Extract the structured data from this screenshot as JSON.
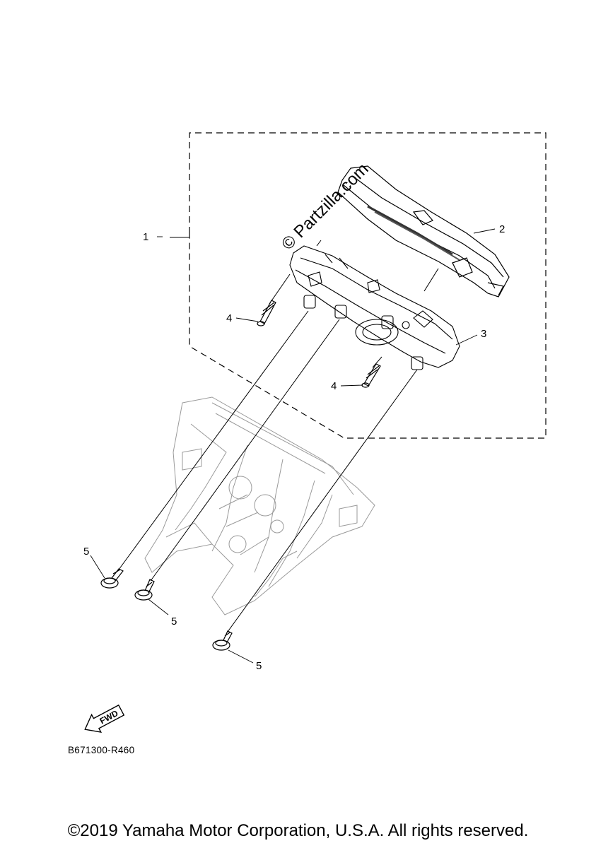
{
  "diagram": {
    "callouts": {
      "c1": "1",
      "c2": "2",
      "c3": "3",
      "c4a": "4",
      "c4b": "4",
      "c5a": "5",
      "c5b": "5",
      "c5c": "5"
    },
    "fwd_label": "FWD",
    "diagram_code": "B671300-R460"
  },
  "watermark": "© Partzilla.com",
  "footer": {
    "copyright": "©2019 Yamaha Motor Corporation, U.S.A. All rights reserved."
  }
}
